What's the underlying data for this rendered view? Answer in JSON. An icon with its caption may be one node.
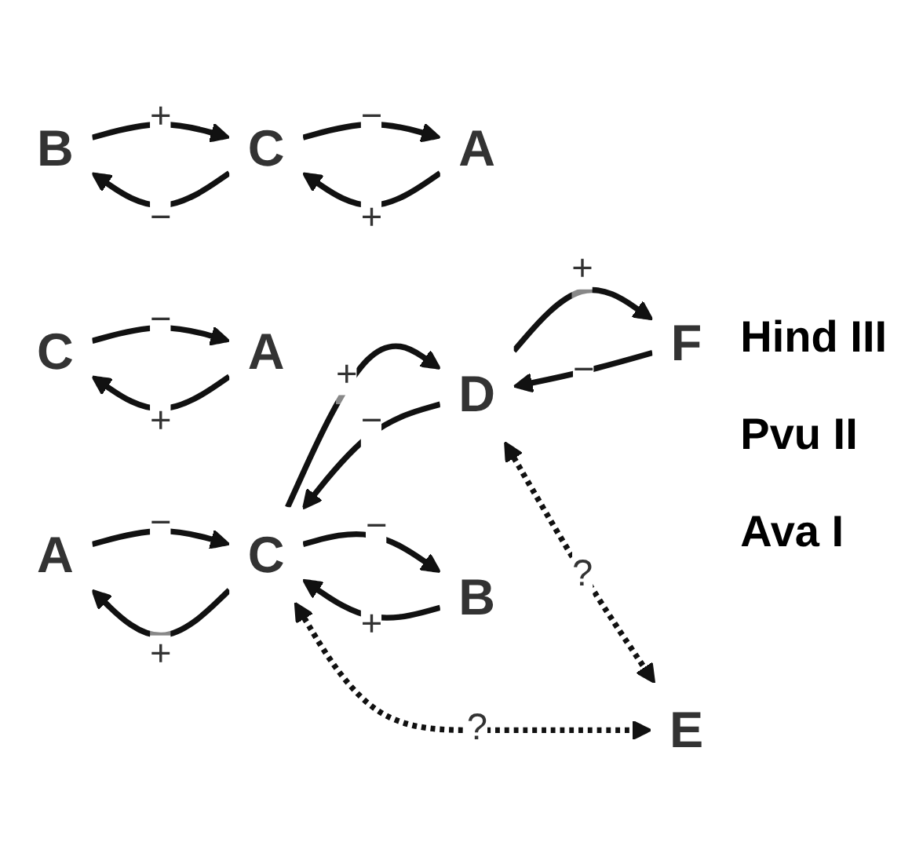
{
  "diagram": {
    "nodes": [
      {
        "text": [
          "B"
        ]
      },
      {
        "text": [
          "C"
        ]
      },
      {
        "text": [
          "A"
        ]
      },
      {
        "text": [
          "C"
        ]
      },
      {
        "text": [
          "A"
        ]
      },
      {
        "text": [
          "A"
        ]
      },
      {
        "text": [
          "F"
        ]
      },
      {
        "text": [
          "D"
        ]
      },
      {
        "text": [
          "C"
        ]
      },
      {
        "text": [
          "B"
        ]
      },
      {
        "text": [
          "E"
        ]
      }
    ],
    "edges": [
      {
        "from": 0,
        "to": 1,
        "arrow": "to",
        "label": "+"
      },
      {
        "from": 1,
        "to": 0,
        "arrow": "to",
        "label": "−"
      },
      {
        "from": 1,
        "to": 2,
        "arrow": "to",
        "label": "−"
      },
      {
        "from": 2,
        "to": 1,
        "arrow": "to",
        "label": "+"
      },
      {
        "from": 3,
        "to": 4,
        "arrow": "to",
        "label": "−"
      },
      {
        "from": 4,
        "to": 3,
        "arrow": "to",
        "label": "+"
      },
      {
        "from": 8,
        "to": 5,
        "arrow": "to",
        "label": "+"
      },
      {
        "from": 5,
        "to": 8,
        "arrow": "to",
        "label": "−"
      },
      {
        "from": 6,
        "to": 7,
        "arrow": "to",
        "label": "−"
      },
      {
        "from": 7,
        "to": 6,
        "arrow": "to",
        "label": "+"
      },
      {
        "from": 7,
        "to": 8,
        "arrow": "to",
        "label": "−"
      },
      {
        "from": 8,
        "to": 7,
        "arrow": "to",
        "label": "+"
      },
      {
        "from": 8,
        "to": 9,
        "arrow": "to",
        "label": "−"
      },
      {
        "from": 9,
        "to": 8,
        "arrow": "to",
        "label": "+"
      },
      {
        "from": 7,
        "to": 10,
        "arrow": "both",
        "label": "?",
        "style": "dashed"
      },
      {
        "from": 8,
        "to": 10,
        "arrow": "both",
        "label": "?",
        "style": "dashed"
      }
    ],
    "labels": [
      "Hind III",
      "Pvu II",
      "Ava I"
    ]
  }
}
